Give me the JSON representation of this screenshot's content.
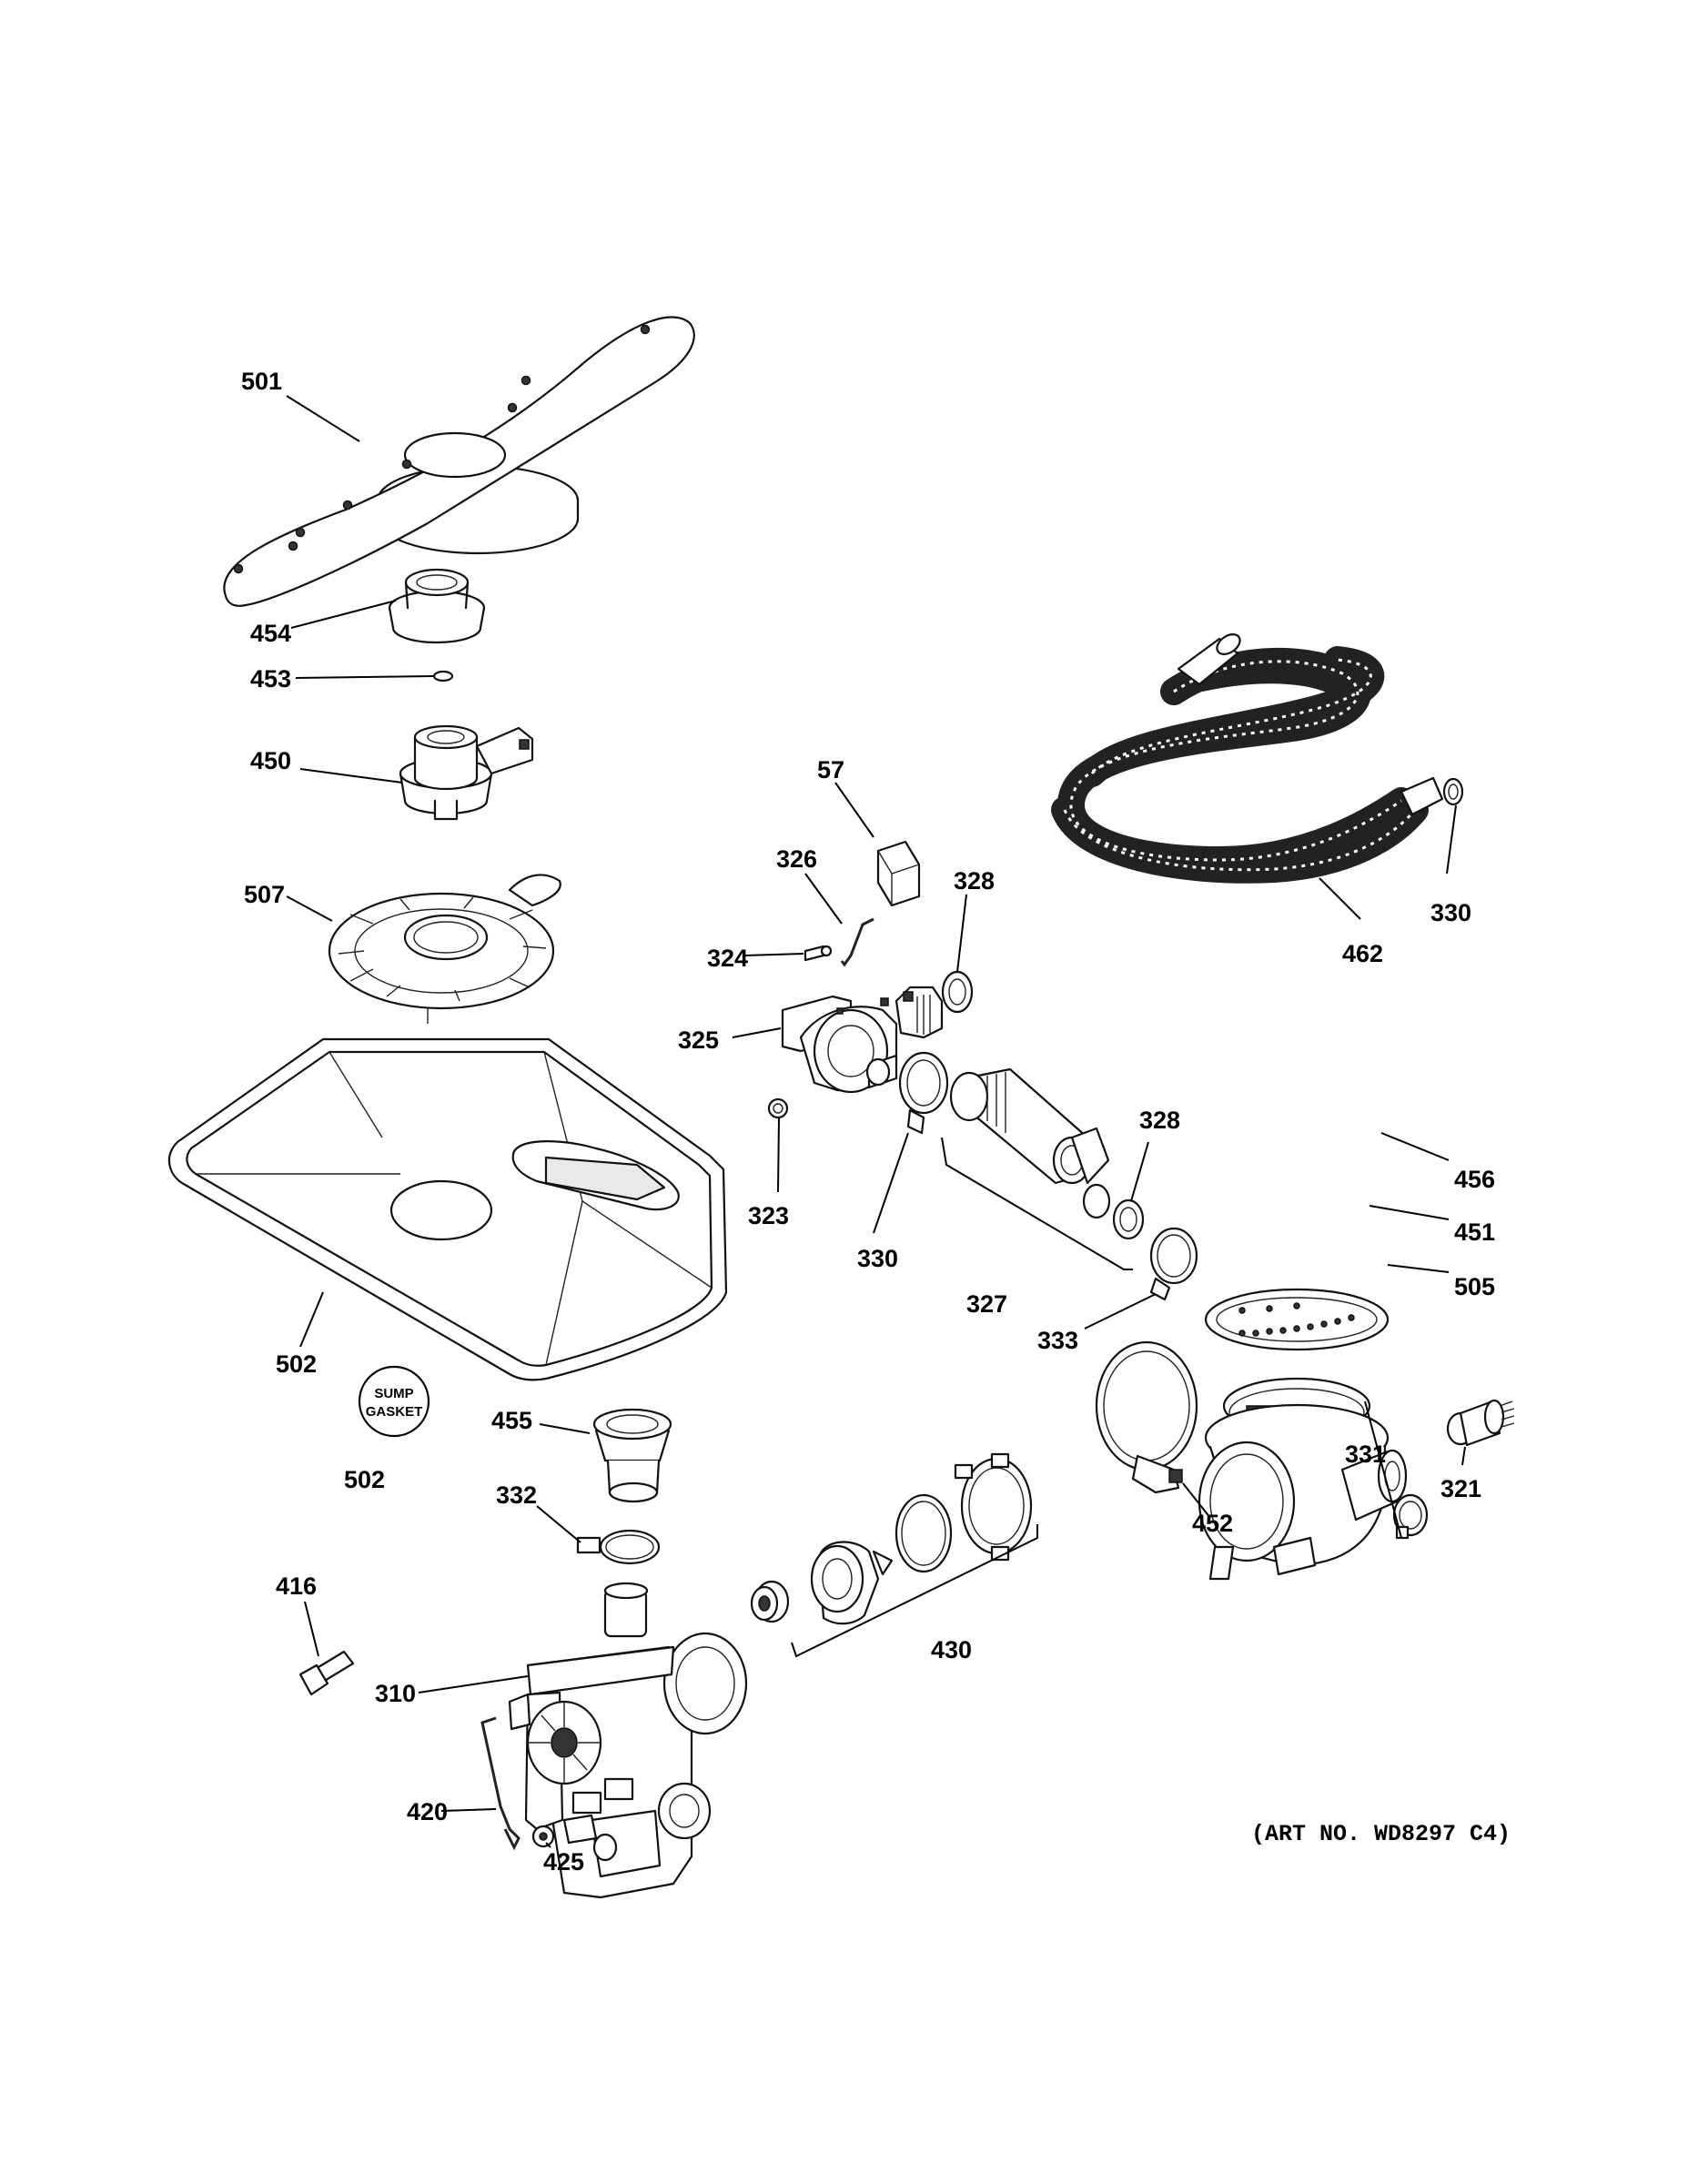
{
  "labels": {
    "p501": "501",
    "p454": "454",
    "p453": "453",
    "p450": "450",
    "p507": "507",
    "p502a": "502",
    "p502b": "502",
    "p455": "455",
    "p332": "332",
    "p416": "416",
    "p310": "310",
    "p420": "420",
    "p425": "425",
    "p430": "430",
    "p57": "57",
    "p326": "326",
    "p328a": "328",
    "p324": "324",
    "p325": "325",
    "p323": "323",
    "p330a": "330",
    "p327": "327",
    "p328b": "328",
    "p462": "462",
    "p330b": "330",
    "p456": "456",
    "p451": "451",
    "p505": "505",
    "p333": "333",
    "p331": "331",
    "p321": "321",
    "p452": "452"
  },
  "sump_badge": {
    "line1": "SUMP",
    "line2": "GASKET"
  },
  "art_number": "(ART NO. WD8297 C4)"
}
